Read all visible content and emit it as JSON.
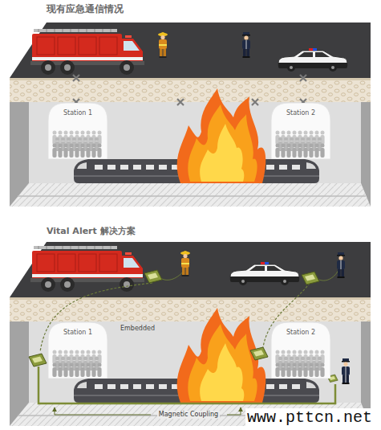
{
  "diagram": {
    "nodes": [
      {
        "text": [
          "Station 1"
        ]
      },
      {
        "text": [
          "Station 2"
        ]
      },
      {
        "text": [
          "Station 1"
        ]
      },
      {
        "text": [
          "Station 2"
        ]
      }
    ],
    "labels": [
      "现有应急通信情况",
      "Vital Alert 解决方案",
      "Embedded",
      "Magnetic Coupling",
      "www.pttcn.net"
    ]
  }
}
